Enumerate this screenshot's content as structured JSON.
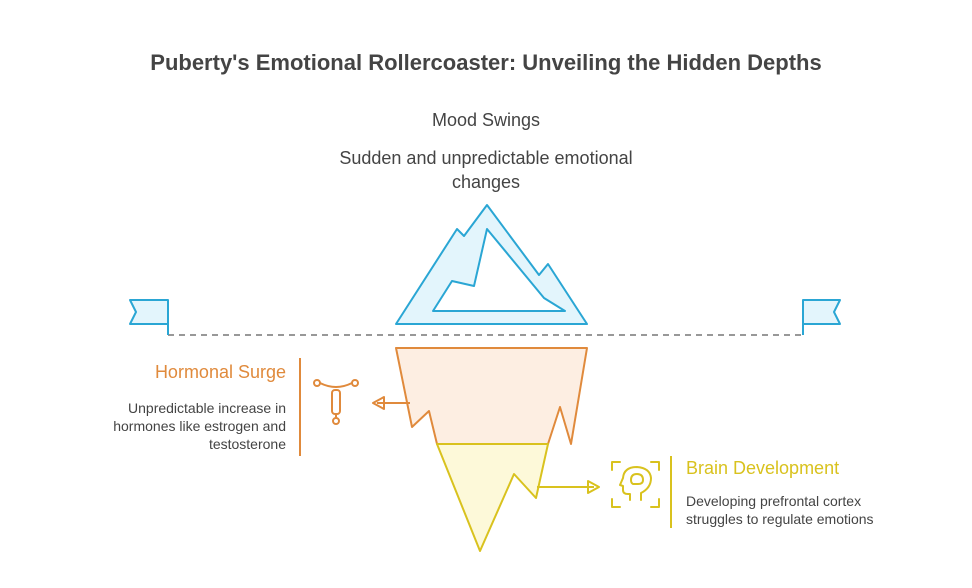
{
  "title": "Puberty's Emotional Rollercoaster: Unveiling the Hidden Depths",
  "tip": {
    "title": "Mood Swings",
    "description": "Sudden and unpredictable emotional changes",
    "icon": "mountain-peak-icon",
    "color": "#2aa6d4"
  },
  "layers": [
    {
      "title": "Hormonal Surge",
      "description": "Unpredictable increase in hormones like estrogen and testosterone",
      "icon": "iud-icon",
      "color": "#e08a3c",
      "fill": "#fdeee2"
    },
    {
      "title": "Brain Development",
      "description": "Developing prefrontal cortex struggles to regulate emotions",
      "icon": "head-brain-icon",
      "color": "#d9c21e",
      "fill": "#fdf9d9"
    }
  ],
  "waterline": {
    "color": "#777777",
    "flag_color": "#2aa6d4",
    "flag_fill": "#e3f5fc"
  }
}
